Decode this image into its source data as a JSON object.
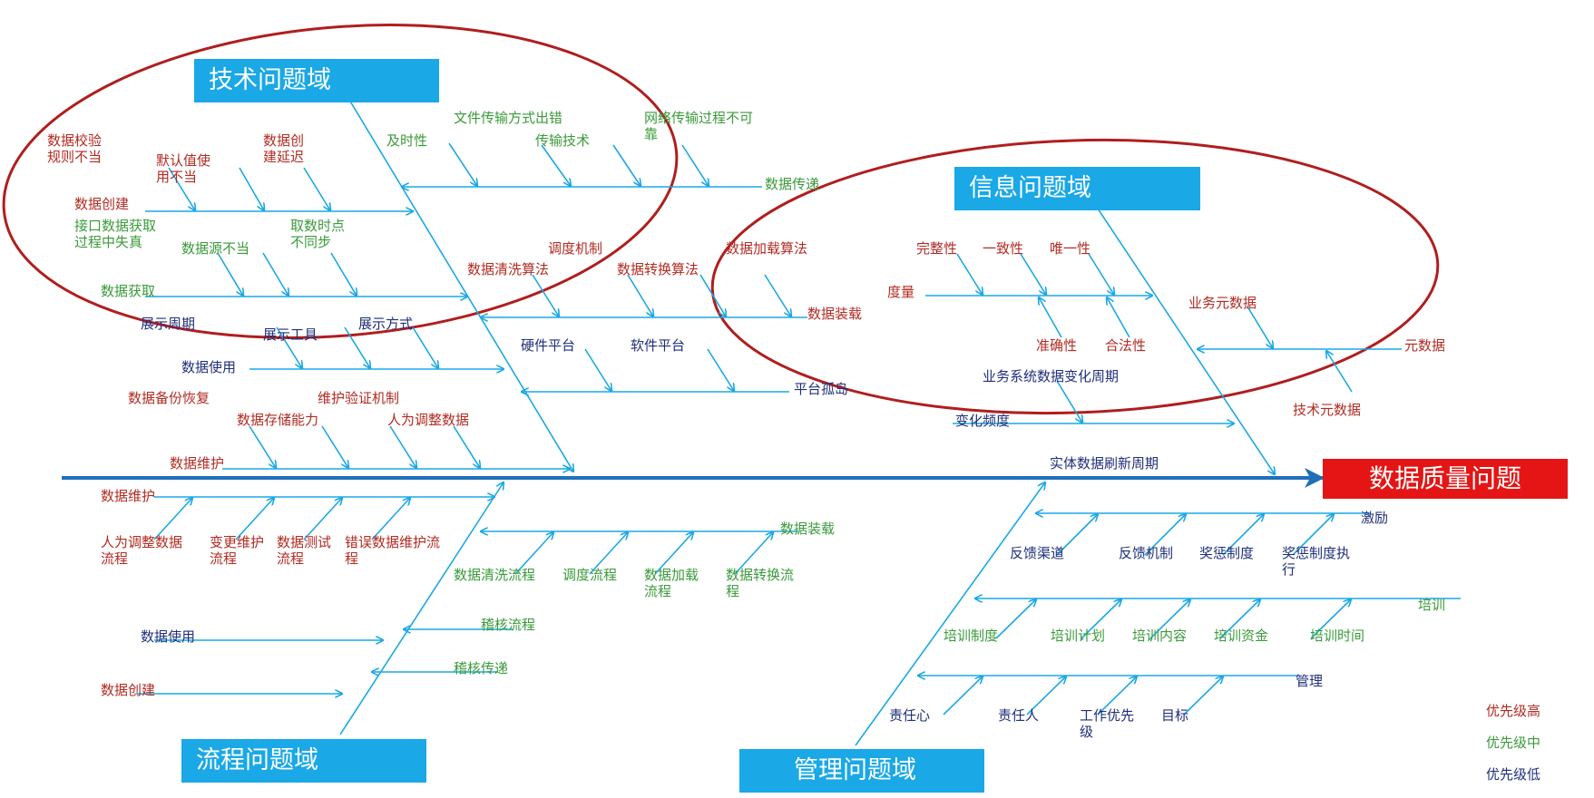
{
  "head": "数据质量问题",
  "domains": {
    "tech": "技术问题域",
    "info": "信息问题域",
    "process": "流程问题域",
    "mgmt": "管理问题域"
  },
  "labels": {
    "t_check": "数据校验\n规则不当",
    "t_default": "默认值使\n用不当",
    "t_created_delay": "数据创\n建延迟",
    "t_timely": "及时性",
    "t_file_err": "文件传输方式出错",
    "t_tech": "传输技术",
    "t_network": "网络传输过程不可\n靠",
    "t_transfer": "数据传递",
    "t_create": "数据创建",
    "t_iface": "接口数据获取\n过程中失真",
    "t_source": "数据源不当",
    "t_fetch_time": "取数时点\n不同步",
    "t_sched": "调度机制",
    "t_clean": "数据清洗算法",
    "t_convert": "数据转换算法",
    "t_load": "数据加载算法",
    "t_acquire": "数据获取",
    "t_loading": "数据装载",
    "t_period": "展示周期",
    "t_tool": "展示工具",
    "t_mode": "展示方式",
    "t_hw": "硬件平台",
    "t_sw": "软件平台",
    "t_use": "数据使用",
    "t_island": "平台孤岛",
    "t_backup": "数据备份恢复",
    "t_verify": "维护验证机制",
    "t_storage": "数据存储能力",
    "t_manual": "人为调整数据",
    "t_maint": "数据维护",
    "i_complete": "完整性",
    "i_consist": "一致性",
    "i_unique": "唯一性",
    "i_measure": "度量",
    "i_biz_meta": "业务元数据",
    "i_accurate": "准确性",
    "i_legal": "合法性",
    "i_meta": "元数据",
    "i_biz_cycle": "业务系统数据变化周期",
    "i_tech_meta": "技术元数据",
    "i_freq": "变化频度",
    "i_refresh": "实体数据刷新周期",
    "p_maint": "数据维护",
    "p_manual": "人为调整数据\n流程",
    "p_change": "变更维护\n流程",
    "p_test": "数据测试\n流程",
    "p_error": "错误数据维护流\n程",
    "p_loading": "数据装载",
    "p_clean": "数据清洗流程",
    "p_sched": "调度流程",
    "p_load": "数据加载\n流程",
    "p_convert": "数据转换流\n程",
    "p_audit": "稽核流程",
    "p_use": "数据使用",
    "p_audit_pass": "稽核传递",
    "p_create": "数据创建",
    "m_incent": "激励",
    "m_channel": "反馈渠道",
    "m_feedback": "反馈机制",
    "m_reward": "奖惩制度",
    "m_reward_exec": "奖惩制度执\n行",
    "m_training": "培训",
    "m_tr_sys": "培训制度",
    "m_tr_plan": "培训计划",
    "m_tr_content": "培训内容",
    "m_tr_fund": "培训资金",
    "m_tr_time": "培训时间",
    "m_manage": "管理",
    "m_resp": "责任心",
    "m_owner": "责任人",
    "m_priority": "工作优先\n级",
    "m_goal": "目标"
  },
  "legend": {
    "high": "优先级高",
    "mid": "优先级中",
    "low": "优先级低"
  },
  "colors": {
    "line": "#1aa8e6",
    "spine": "#1f6fb8",
    "ellipse": "#b01e1e",
    "domain_fill": "#1aa8e6",
    "head_fill": "#e51515",
    "priority_high": "#b22b22",
    "priority_mid": "#3a9a3a",
    "priority_low": "#1f2f7a"
  }
}
